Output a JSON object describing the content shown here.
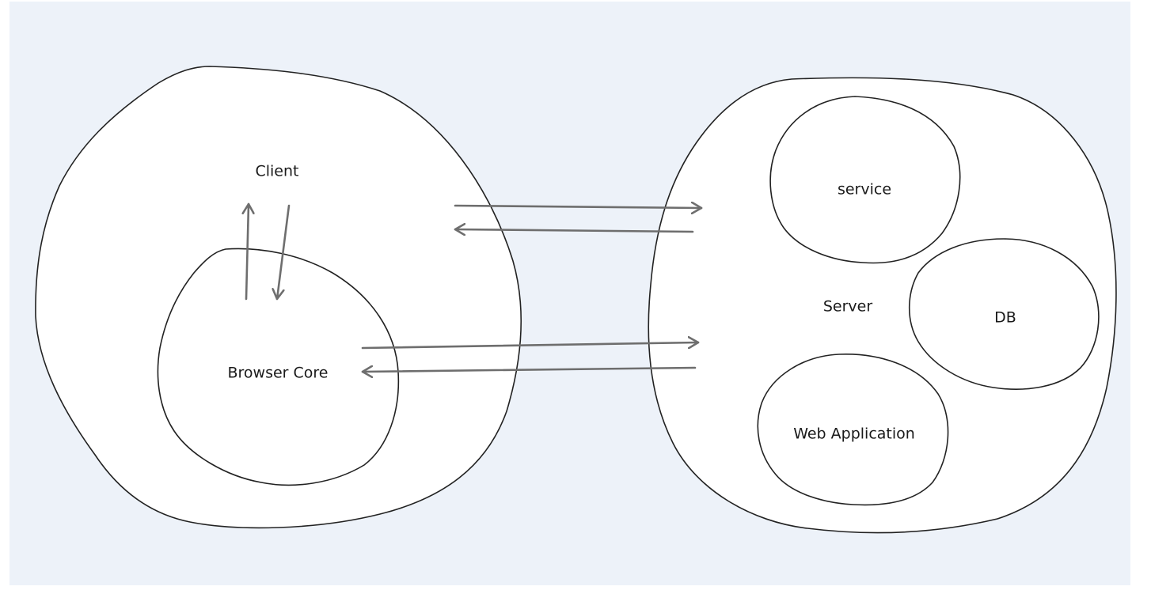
{
  "diagram": {
    "background_color": "#edf2f9",
    "outline_color": "#222222",
    "arrow_color": "#6e6e6e",
    "nodes": {
      "client": {
        "label": "Client"
      },
      "browser_core": {
        "label": "Browser Core"
      },
      "server": {
        "label": "Server"
      },
      "service": {
        "label": "service"
      },
      "db": {
        "label": "DB"
      },
      "web_application": {
        "label": "Web Application"
      }
    },
    "edges": [
      {
        "from": "client",
        "to": "server"
      },
      {
        "from": "server",
        "to": "client"
      },
      {
        "from": "browser_core",
        "to": "server"
      },
      {
        "from": "server",
        "to": "browser_core"
      },
      {
        "from": "browser_core",
        "to": "client"
      },
      {
        "from": "client",
        "to": "browser_core"
      }
    ]
  }
}
